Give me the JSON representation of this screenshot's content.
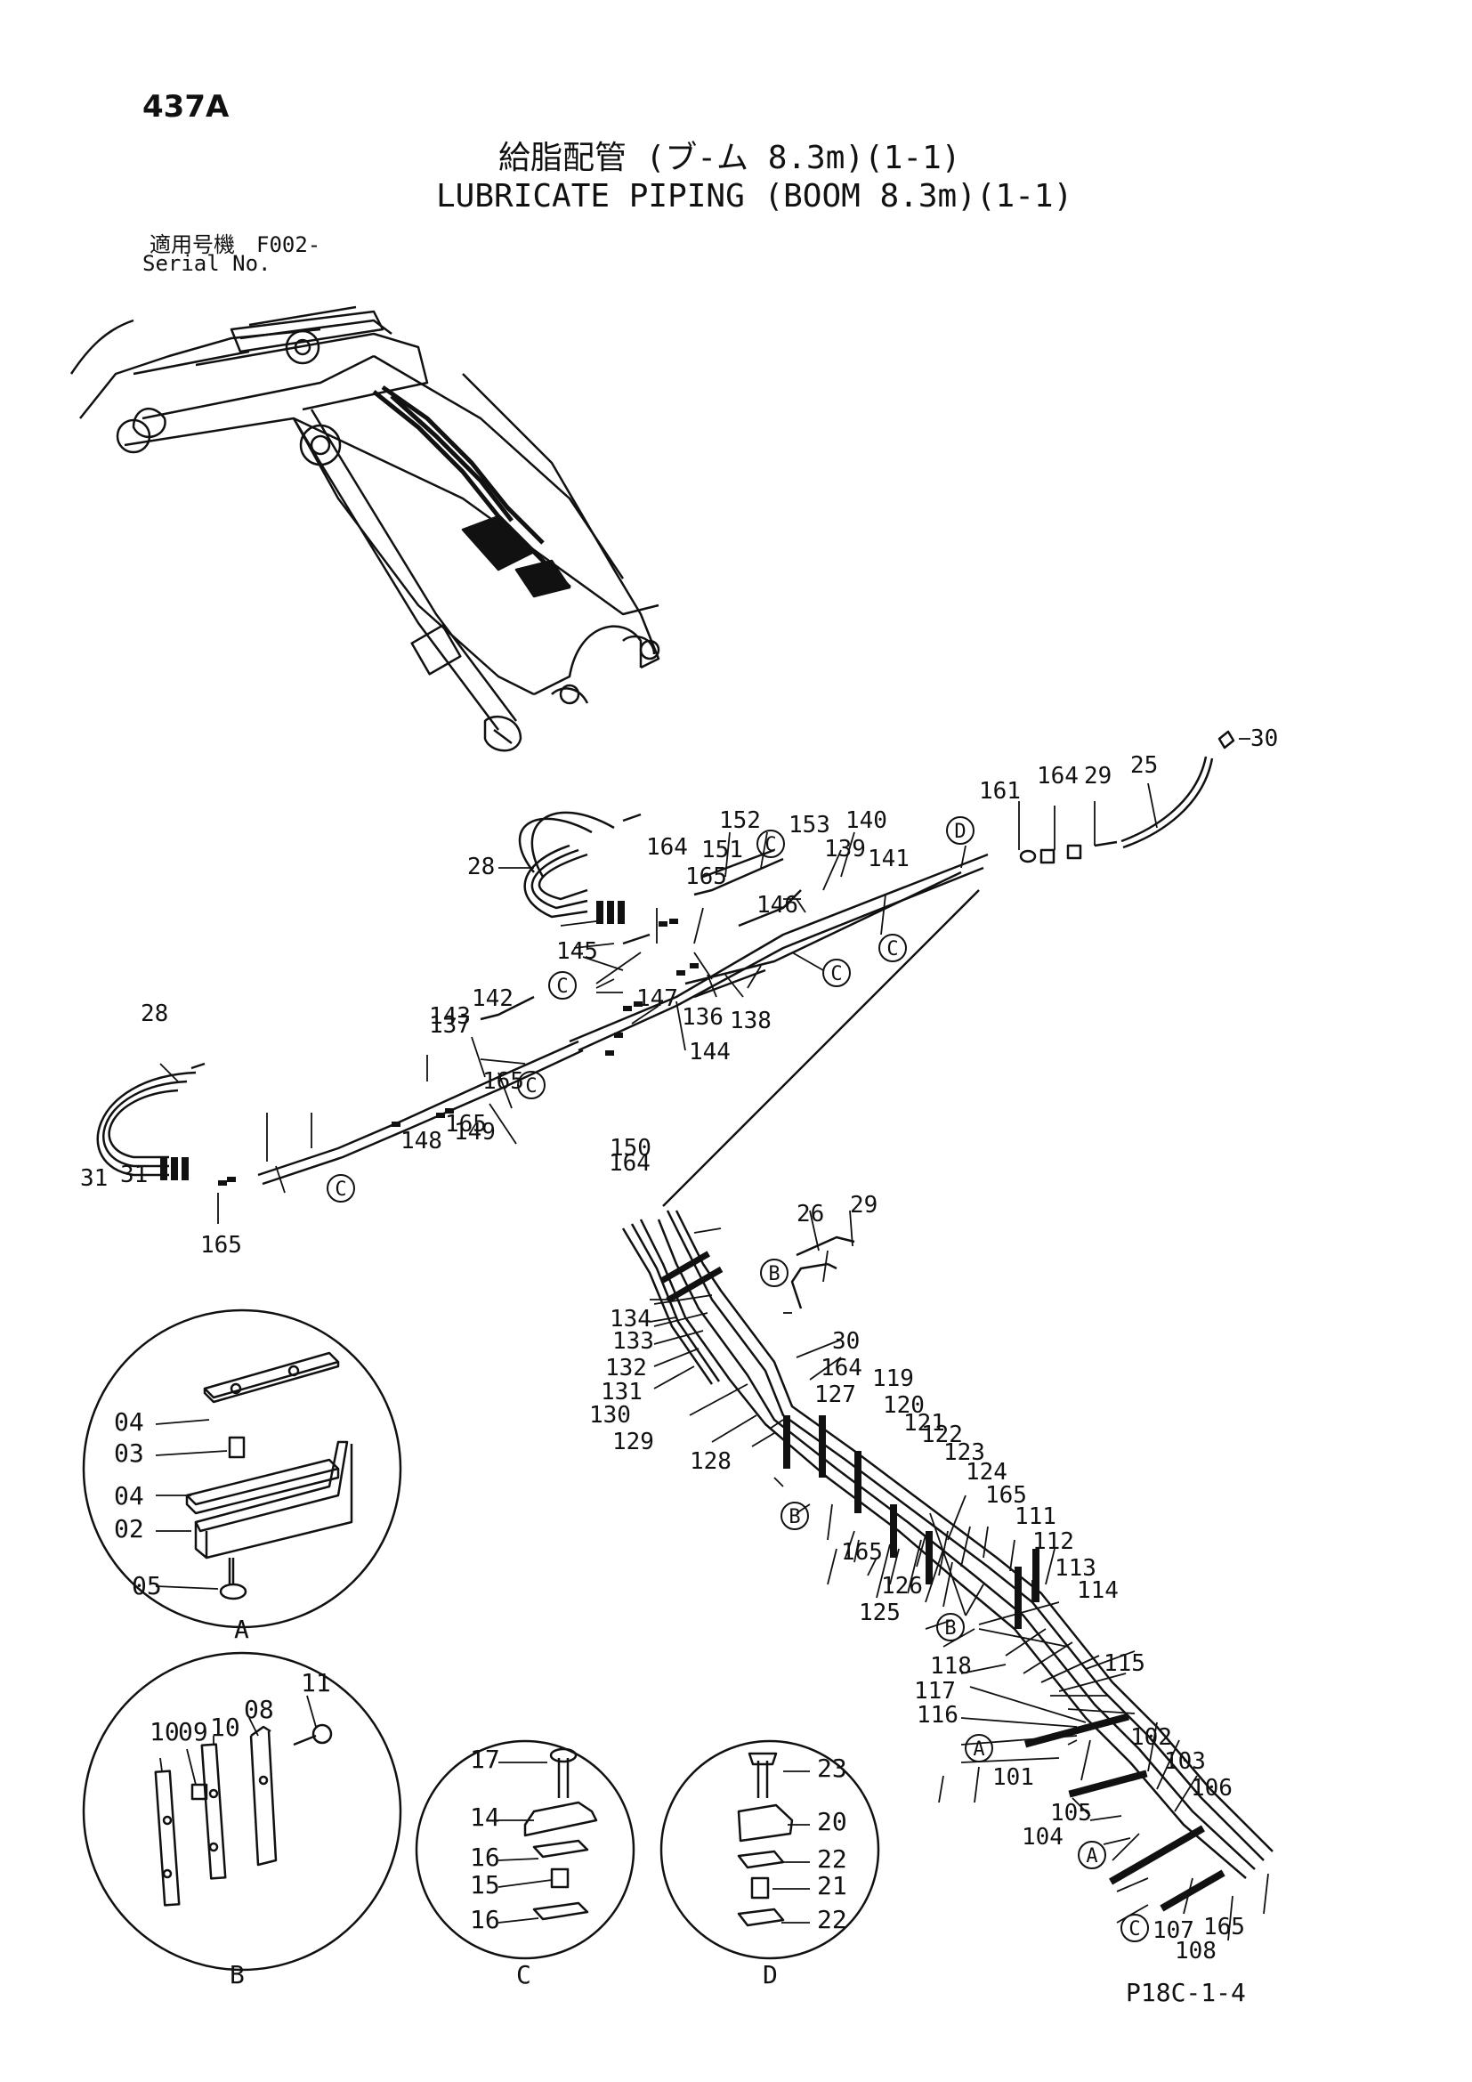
{
  "header": {
    "page_id": "437A",
    "title_jp": "給脂配管 (ブ-ム 8.3m)(1-1)",
    "title_en": "LUBRICATE PIPING (BOOM 8.3m)(1-1)",
    "serial_label_jp": "適用号機　F002-",
    "serial_label_en": "Serial No."
  },
  "footer": {
    "code": "P18C-1-4"
  },
  "detail_views": [
    {
      "letter": "A",
      "parts": [
        "04",
        "03",
        "04",
        "02",
        "05"
      ]
    },
    {
      "letter": "B",
      "parts": [
        "10",
        "09",
        "10",
        "08",
        "11"
      ]
    },
    {
      "letter": "C",
      "parts": [
        "17",
        "14",
        "16",
        "15",
        "16"
      ]
    },
    {
      "letter": "D",
      "parts": [
        "23",
        "20",
        "22",
        "21",
        "22"
      ]
    }
  ],
  "callouts": [
    "28",
    "31",
    "28",
    "31",
    "25",
    "30",
    "29",
    "164",
    "161",
    "140",
    "139",
    "141",
    "152",
    "153",
    "151",
    "165",
    "164",
    "146",
    "145",
    "147",
    "136",
    "137",
    "138",
    "144",
    "143",
    "142",
    "165",
    "165",
    "149",
    "150",
    "148",
    "164",
    "165",
    "26",
    "29",
    "30",
    "164",
    "127",
    "134",
    "133",
    "132",
    "131",
    "130",
    "129",
    "128",
    "119",
    "120",
    "121",
    "122",
    "123",
    "124",
    "165",
    "111",
    "112",
    "113",
    "114",
    "115",
    "118",
    "117",
    "116",
    "126",
    "125",
    "165",
    "101",
    "102",
    "103",
    "106",
    "105",
    "104",
    "107",
    "108",
    "165"
  ],
  "reference_markers": [
    "A",
    "B",
    "C",
    "D"
  ],
  "colors": {
    "line": "#111111",
    "background": "#ffffff"
  }
}
